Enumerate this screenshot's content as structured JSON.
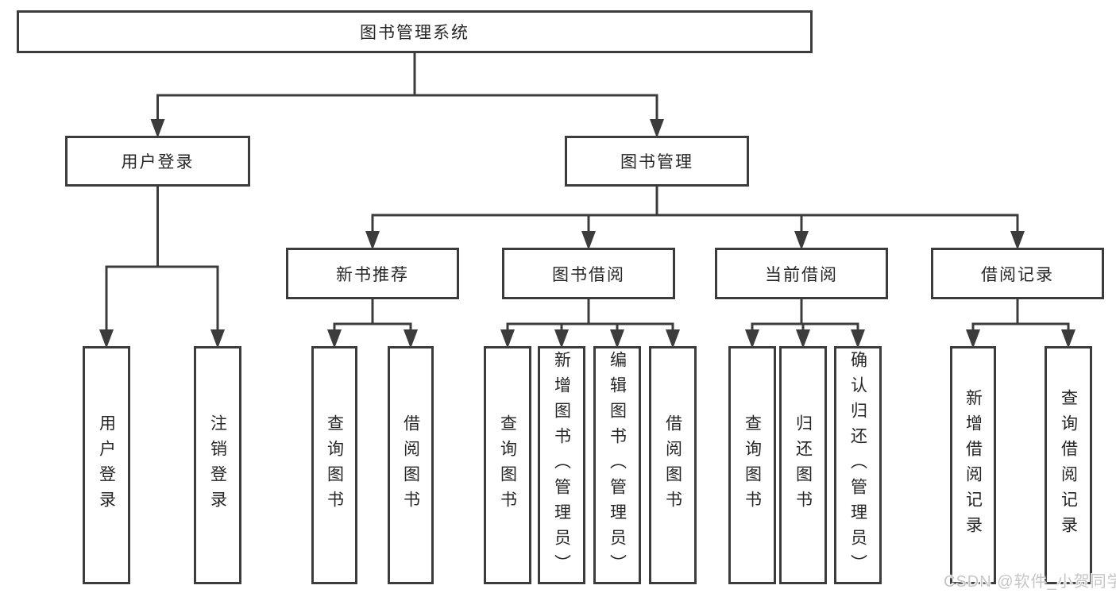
{
  "diagram": {
    "type": "tree",
    "title": "图书管理系统",
    "colors": {
      "line": "#3c3c3c",
      "border": "#3c3c3c",
      "text": "#262626",
      "background": "#ffffff"
    },
    "nodes": [
      {
        "id": "root",
        "label": "图书管理系统",
        "orientation": "horizontal"
      },
      {
        "id": "user-login",
        "label": "用户登录",
        "orientation": "horizontal"
      },
      {
        "id": "book-mgmt",
        "label": "图书管理",
        "orientation": "horizontal"
      },
      {
        "id": "new-book-rec",
        "label": "新书推荐",
        "orientation": "horizontal"
      },
      {
        "id": "book-borrow",
        "label": "图书借阅",
        "orientation": "horizontal"
      },
      {
        "id": "current-borrow",
        "label": "当前借阅",
        "orientation": "horizontal"
      },
      {
        "id": "borrow-records",
        "label": "借阅记录",
        "orientation": "horizontal"
      },
      {
        "id": "leaf-user-login",
        "label": "用户登录",
        "orientation": "vertical"
      },
      {
        "id": "leaf-logout",
        "label": "注销登录",
        "orientation": "vertical"
      },
      {
        "id": "leaf-query-book-1",
        "label": "查询图书",
        "orientation": "vertical"
      },
      {
        "id": "leaf-borrow-book-1",
        "label": "借阅图书",
        "orientation": "vertical"
      },
      {
        "id": "leaf-query-book-2",
        "label": "查询图书",
        "orientation": "vertical"
      },
      {
        "id": "leaf-add-book",
        "label": "新增图书（管理员）",
        "orientation": "vertical"
      },
      {
        "id": "leaf-edit-book",
        "label": "编辑图书（管理员）",
        "orientation": "vertical"
      },
      {
        "id": "leaf-borrow-book-2",
        "label": "借阅图书",
        "orientation": "vertical"
      },
      {
        "id": "leaf-query-book-3",
        "label": "查询图书",
        "orientation": "vertical"
      },
      {
        "id": "leaf-return-book",
        "label": "归还图书",
        "orientation": "vertical"
      },
      {
        "id": "leaf-confirm-return",
        "label": "确认归还（管理员）",
        "orientation": "vertical"
      },
      {
        "id": "leaf-add-borrow-record",
        "label": "新增借阅记录",
        "orientation": "vertical"
      },
      {
        "id": "leaf-query-borrow-record",
        "label": "查询借阅记录",
        "orientation": "vertical"
      }
    ],
    "edges": [
      {
        "from": "root",
        "to": [
          "user-login",
          "book-mgmt"
        ]
      },
      {
        "from": "user-login",
        "to": [
          "leaf-user-login",
          "leaf-logout"
        ]
      },
      {
        "from": "book-mgmt",
        "to": [
          "new-book-rec",
          "book-borrow",
          "current-borrow",
          "borrow-records"
        ]
      },
      {
        "from": "new-book-rec",
        "to": [
          "leaf-query-book-1",
          "leaf-borrow-book-1"
        ]
      },
      {
        "from": "book-borrow",
        "to": [
          "leaf-query-book-2",
          "leaf-add-book",
          "leaf-edit-book",
          "leaf-borrow-book-2"
        ]
      },
      {
        "from": "current-borrow",
        "to": [
          "leaf-query-book-3",
          "leaf-return-book",
          "leaf-confirm-return"
        ]
      },
      {
        "from": "borrow-records",
        "to": [
          "leaf-add-borrow-record",
          "leaf-query-borrow-record"
        ]
      }
    ]
  },
  "watermark": {
    "text": "CSDN @软件_小贺同学",
    "color": "#c6c6c6"
  }
}
